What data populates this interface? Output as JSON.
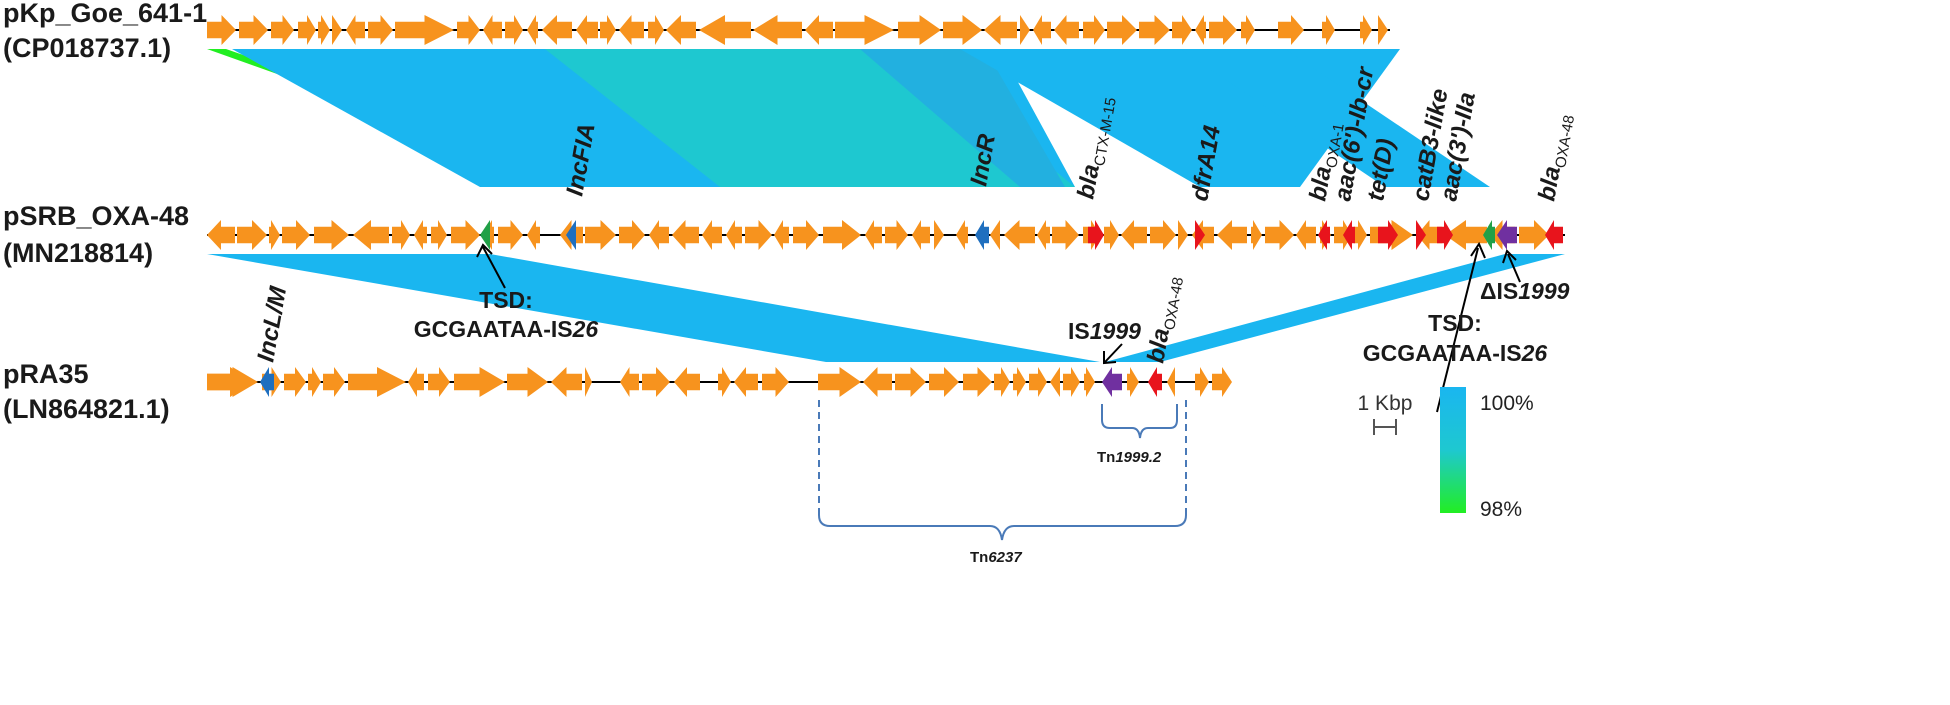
{
  "colors": {
    "gene": "#f7931e",
    "resistance": "#e8141c",
    "replicon": "#1f6fbf",
    "insertion": "#7030a0",
    "tsd": "#21a047",
    "identity_high": "#1ab6f0",
    "identity_mid": "#1ec8d0",
    "identity_low": "#22ee22",
    "backbone": "#000000",
    "bracket": "#4a7ab8"
  },
  "plasmids": [
    {
      "name": "pKp_Goe_641-1",
      "accession": "(CP018737.1)"
    },
    {
      "name": "pSRB_OXA-48",
      "accession": "(MN218814)"
    },
    {
      "name": "pRA35",
      "accession": "(LN864821.1)"
    }
  ],
  "genes": {
    "incfia": "IncFIA",
    "incr": "IncR",
    "bla_ctx": {
      "base": "bla",
      "sub": "CTX-M-15"
    },
    "dfra14": "dfrA14",
    "bla_oxa1": {
      "base": "bla",
      "sub": "OXA-1"
    },
    "aac6": "aac(6')-Ib-cr",
    "tetd": "tet(D)",
    "catb3": "catB3-like",
    "aac3": "aac(3')-IIa",
    "bla_oxa48_top": {
      "base": "bla",
      "sub": "OXA-48"
    },
    "incl": "IncL/M",
    "bla_oxa48_bottom": {
      "base": "bla",
      "sub": "OXA-48"
    }
  },
  "annotations": {
    "tsd_left_line1": "TSD:",
    "tsd_left_line2": {
      "pre": "GCGAATAA-IS",
      "em": "26"
    },
    "is1999": {
      "pre": "IS",
      "em": "1999"
    },
    "delta_is1999": {
      "pre": "ΔIS",
      "em": "1999"
    },
    "tsd_right_line1": "TSD:",
    "tsd_right_line2": {
      "pre": "GCGAATAA-IS",
      "em": "26"
    }
  },
  "transposons": {
    "tn1999": {
      "pre": "Tn",
      "em": "1999.2"
    },
    "tn6237": {
      "pre": "Tn",
      "em": "6237"
    }
  },
  "scale": {
    "label": "1 Kbp"
  },
  "identity_legend": {
    "max_label": "100%",
    "min_label": "98%"
  }
}
